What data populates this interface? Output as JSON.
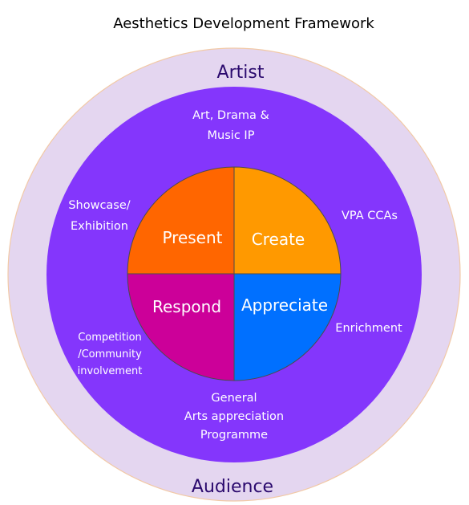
{
  "title": "Aesthetics Development Framework",
  "outer_ring": {
    "top_label": "Artist",
    "bottom_label": "Audience",
    "label_color": "#2b0a6e"
  },
  "middle_ring": {
    "top": [
      "Art, Drama &",
      "Music IP"
    ],
    "left": [
      "Showcase/",
      "Exhibition"
    ],
    "right": [
      "VPA CCAs"
    ],
    "lower_left": [
      "Competition",
      "/Community",
      "involvement"
    ],
    "lower_right": [
      "Enrichment"
    ],
    "bottom": [
      "General",
      "Arts appreciation",
      "Programme"
    ]
  },
  "quadrants": {
    "top_left": "Present",
    "top_right": "Create",
    "bottom_left": "Respond",
    "bottom_right": "Appreciate"
  },
  "colors": {
    "outer_ring": "#e4d6f0",
    "outer_ring_stroke": "#f2c9a6",
    "middle_ring": "#8436fc",
    "present": "#ff6600",
    "create": "#ff9900",
    "respond": "#cc0099",
    "appreciate": "#0070ff",
    "quad_stroke": "#4b4b4b"
  }
}
